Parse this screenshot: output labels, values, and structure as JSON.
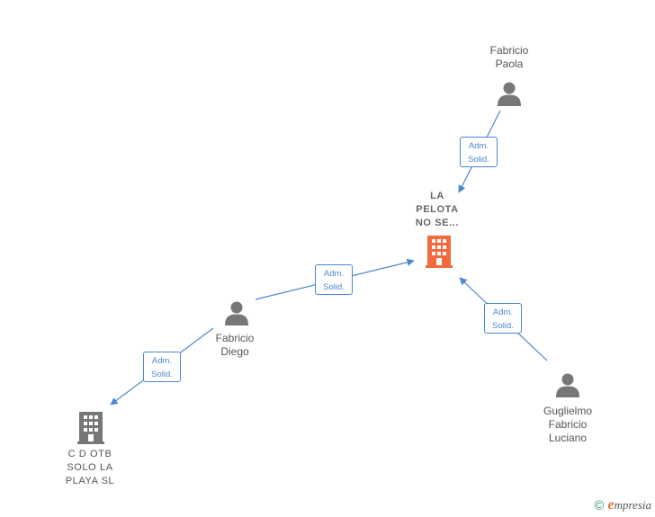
{
  "nodes": {
    "fabricio_paola": {
      "type": "person",
      "label": "Fabricio\nPaola",
      "icon": "person-icon"
    },
    "la_pelota": {
      "type": "company",
      "label": "LA\nPELOTA\nNO SE...",
      "icon": "building-icon",
      "highlight": true
    },
    "fabricio_diego": {
      "type": "person",
      "label": "Fabricio\nDiego",
      "icon": "person-icon"
    },
    "cd_otb": {
      "type": "company",
      "label": "C D OTB\nSOLO LA\nPLAYA SL",
      "icon": "building-icon"
    },
    "guglielmo": {
      "type": "person",
      "label": "Guglielmo\nFabricio\nLuciano",
      "icon": "person-icon"
    }
  },
  "edges": [
    {
      "from": "fabricio_paola",
      "to": "la_pelota",
      "label_line1": "Adm.",
      "label_line2": "Solid."
    },
    {
      "from": "fabricio_diego",
      "to": "la_pelota",
      "label_line1": "Adm.",
      "label_line2": "Solid."
    },
    {
      "from": "guglielmo",
      "to": "la_pelota",
      "label_line1": "Adm.",
      "label_line2": "Solid."
    },
    {
      "from": "fabricio_diego",
      "to": "cd_otb",
      "label_line1": "Adm.",
      "label_line2": "Solid."
    }
  ],
  "colors": {
    "edge": "#4a87cf",
    "person_icon": "#777777",
    "company_icon": "#777777",
    "focus_company_icon": "#f26a3d"
  },
  "footer": {
    "copyright_symbol": "©",
    "brand_initial": "e",
    "brand_rest": "mpresia"
  }
}
